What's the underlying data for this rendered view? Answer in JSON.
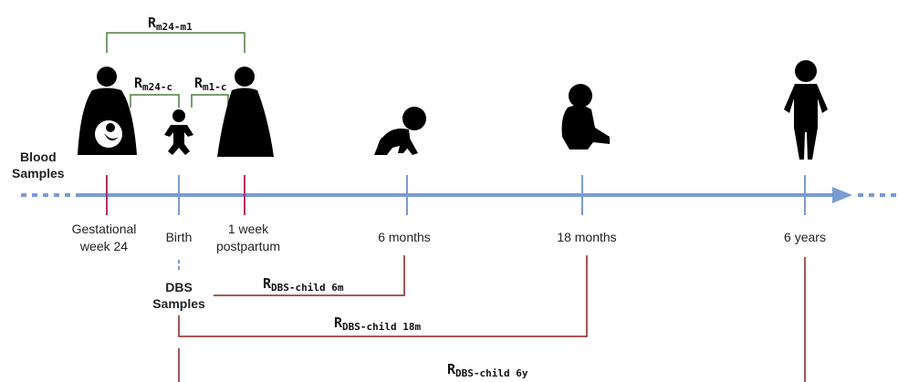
{
  "colors": {
    "axis": "#7b9bd1",
    "maternal_tick": "#b03060",
    "child_tick": "#7b9bd1",
    "green_bracket": "#4f7d3f",
    "dbs_line": "#8b1f1f",
    "silhouette": "#000000"
  },
  "left_labels": {
    "blood_line1": "Blood",
    "blood_line2": "Samples",
    "dbs_line1": "DBS",
    "dbs_line2": "Samples"
  },
  "timepoints": [
    {
      "id": "gw24",
      "line1": "Gestational",
      "line2": "week 24",
      "tick": "maternal",
      "icon": "pregnant-woman-icon"
    },
    {
      "id": "birth",
      "line1": "Birth",
      "line2": "",
      "tick": "child",
      "icon": "infant-icon"
    },
    {
      "id": "w1",
      "line1": "1 week",
      "line2": "postpartum",
      "tick": "maternal",
      "icon": "woman-icon"
    },
    {
      "id": "m6",
      "line1": "6 months",
      "line2": "",
      "tick": "child",
      "icon": "crawling-baby-icon"
    },
    {
      "id": "m18",
      "line1": "18 months",
      "line2": "",
      "tick": "child",
      "icon": "sitting-toddler-icon"
    },
    {
      "id": "y6",
      "line1": "6 years",
      "line2": "",
      "tick": "child",
      "icon": "child-icon"
    }
  ],
  "brackets": {
    "m24_m1": {
      "main": "R",
      "sub": "m24-m1"
    },
    "m24_c": {
      "main": "R",
      "sub": "m24-c"
    },
    "m1_c": {
      "main": "R",
      "sub": "m1-c"
    }
  },
  "dbs": {
    "child_6m": {
      "main": "R",
      "sub": "DBS-child 6m"
    },
    "child_18m": {
      "main": "R",
      "sub": "DBS-child 18m"
    },
    "child_6y": {
      "main": "R",
      "sub": "DBS-child 6y"
    }
  }
}
